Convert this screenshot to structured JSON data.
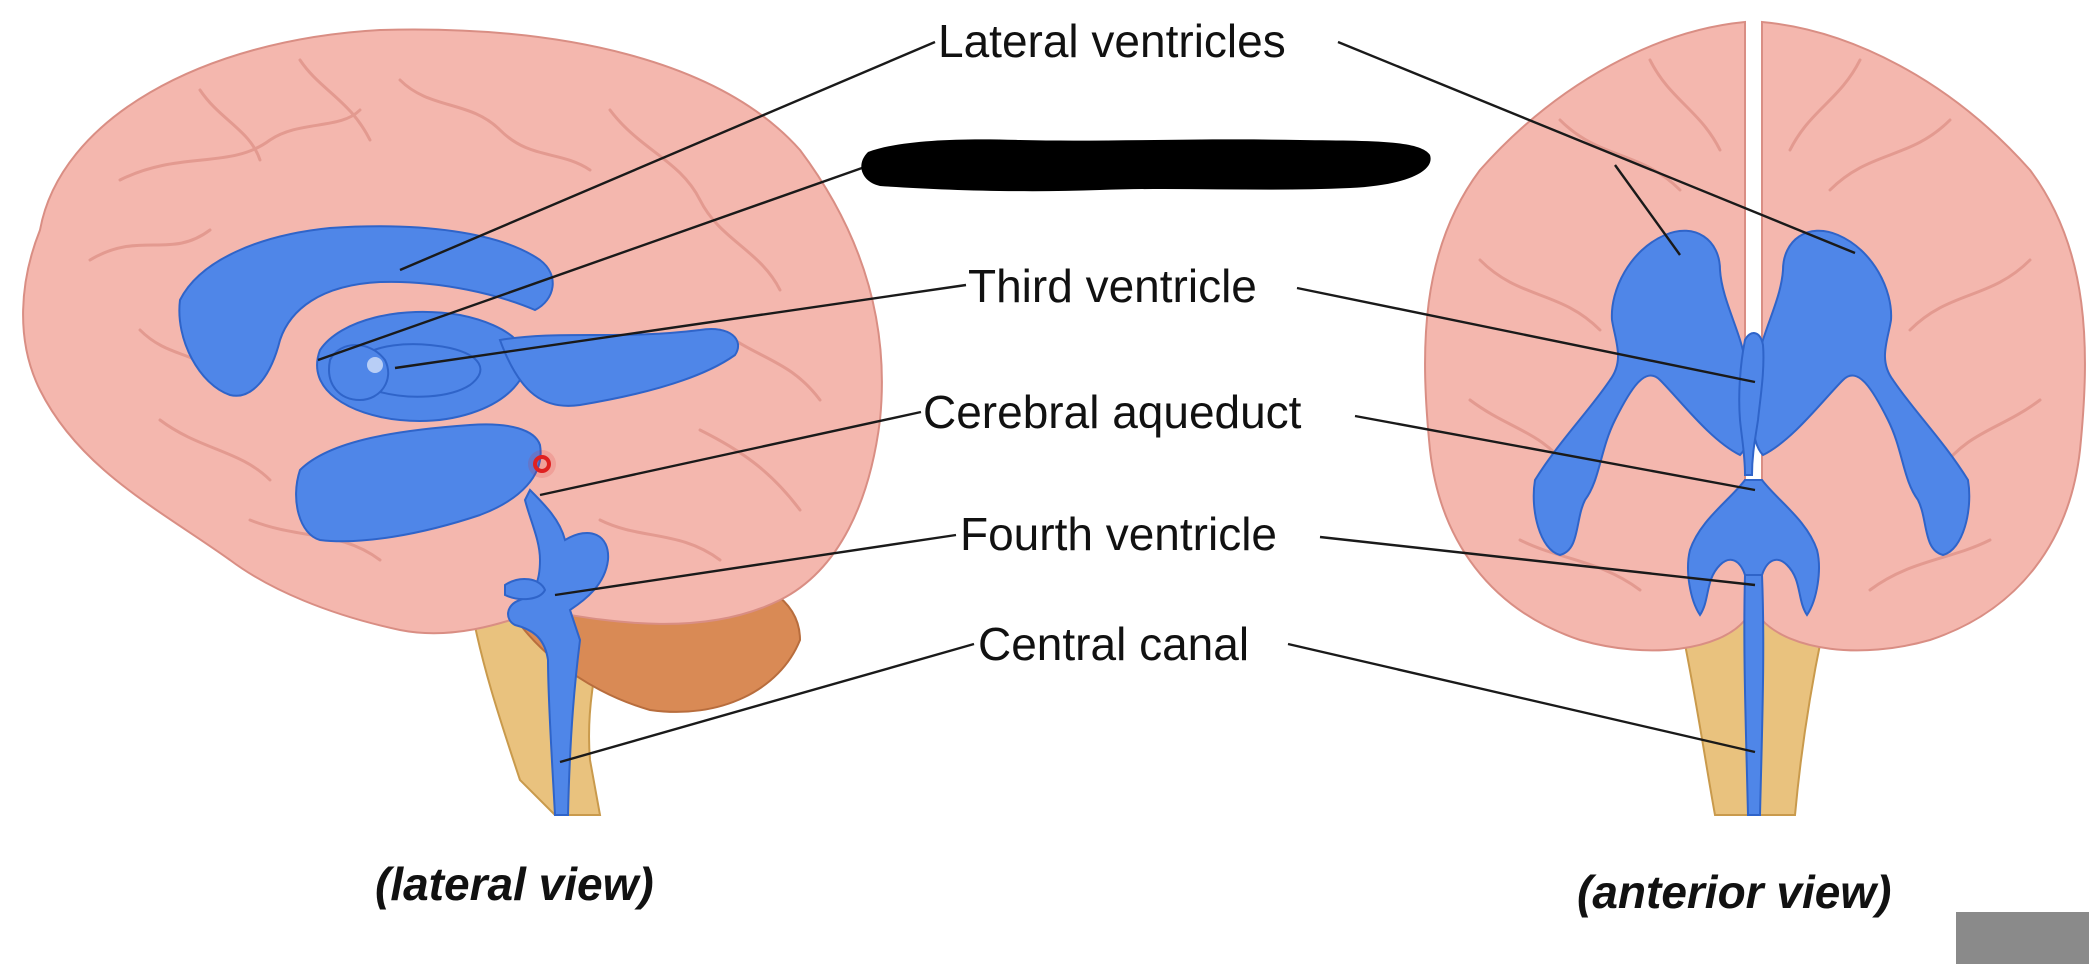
{
  "labels": {
    "lateral_ventricles": "Lateral ventricles",
    "third_ventricle": "Third ventricle",
    "cerebral_aqueduct": "Cerebral aqueduct",
    "fourth_ventricle": "Fourth ventricle",
    "central_canal": "Central canal"
  },
  "captions": {
    "lateral_view": "(lateral view)",
    "anterior_view": "(anterior view)"
  },
  "colors": {
    "ventricles": "#4f86e8",
    "cortex": "#f4b7ae",
    "cerebellum": "#d98a55",
    "brainstem": "#e9c27e",
    "redaction": "#000000",
    "marker": "#e02020"
  }
}
